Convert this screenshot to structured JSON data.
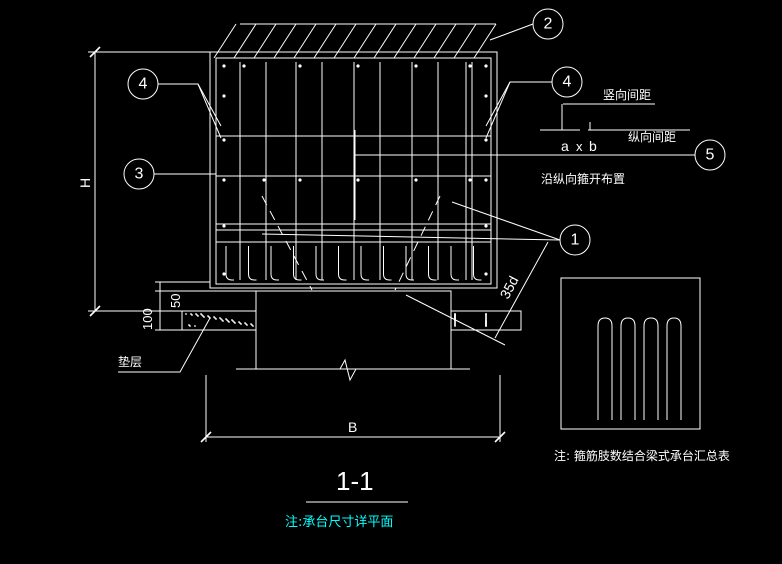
{
  "colors": {
    "background": "#000000",
    "lines": "#ffffff",
    "note": "#00ffff"
  },
  "callouts": [
    "2",
    "4",
    "4",
    "3",
    "1",
    "5"
  ],
  "dimensions": {
    "height": "H",
    "width": "B",
    "pad_50": "50",
    "pad_100": "100",
    "anchor": "35d"
  },
  "labels": {
    "cushion": "垫层",
    "vertical_spacing": "竖向间距",
    "a": "a",
    "x": "x",
    "b": "b",
    "horizontal_spacing": "纵向间距",
    "stirrup_layout": "沿纵向箍开布置"
  },
  "section_title": "1-1",
  "note_left": "注:承台尺寸详平面",
  "note_right": "注: 箍筋肢数结合梁式承台汇总表"
}
